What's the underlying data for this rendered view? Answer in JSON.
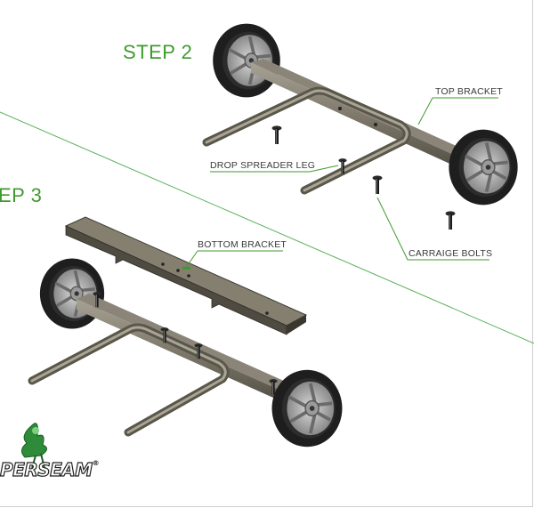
{
  "steps": {
    "step2": "STEP 2",
    "step3": "EP 3"
  },
  "callouts": {
    "top_bracket": "TOP BRACKET",
    "drop_spreader_leg": "DROP SPREADER LEG",
    "carriage_bolts": "CARRAIGE BOLTS",
    "bottom_bracket": "BOTTOM BRACKET"
  },
  "logo": {
    "text": "PERSEAM",
    "trademark": "®"
  },
  "colors": {
    "accent_green": "#3f9a2e",
    "metal": "#6e6a5e",
    "tire": "#222222"
  }
}
